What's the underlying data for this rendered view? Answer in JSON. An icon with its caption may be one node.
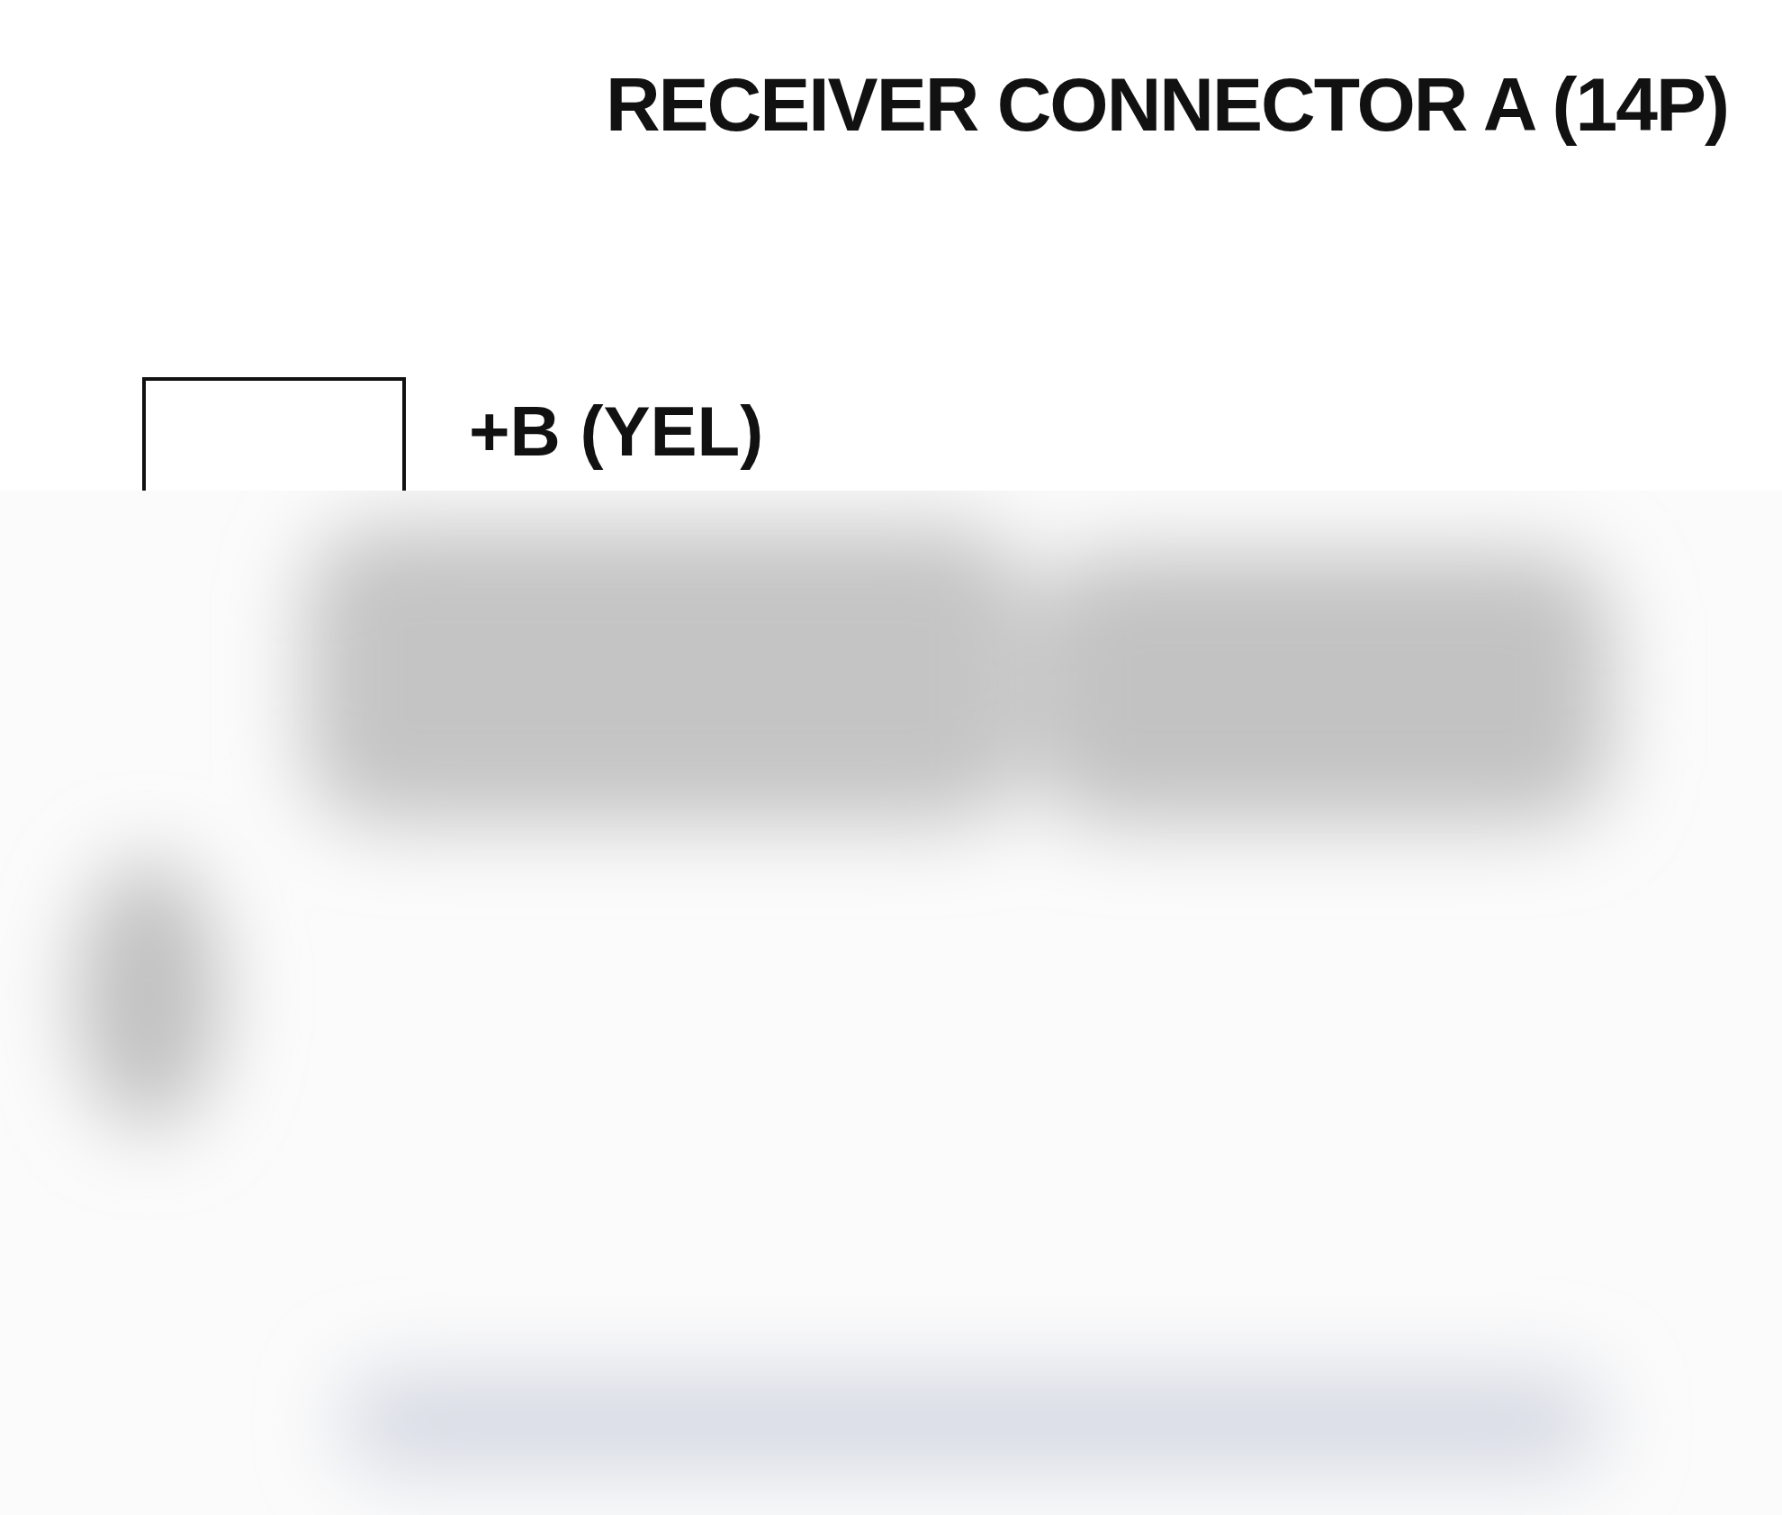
{
  "diagram": {
    "title": "RECEIVER CONNECTOR A (14P)",
    "nodes": [
      {
        "text": [],
        "shape": "box",
        "beside": [
          "+B (YEL)"
        ]
      }
    ]
  }
}
